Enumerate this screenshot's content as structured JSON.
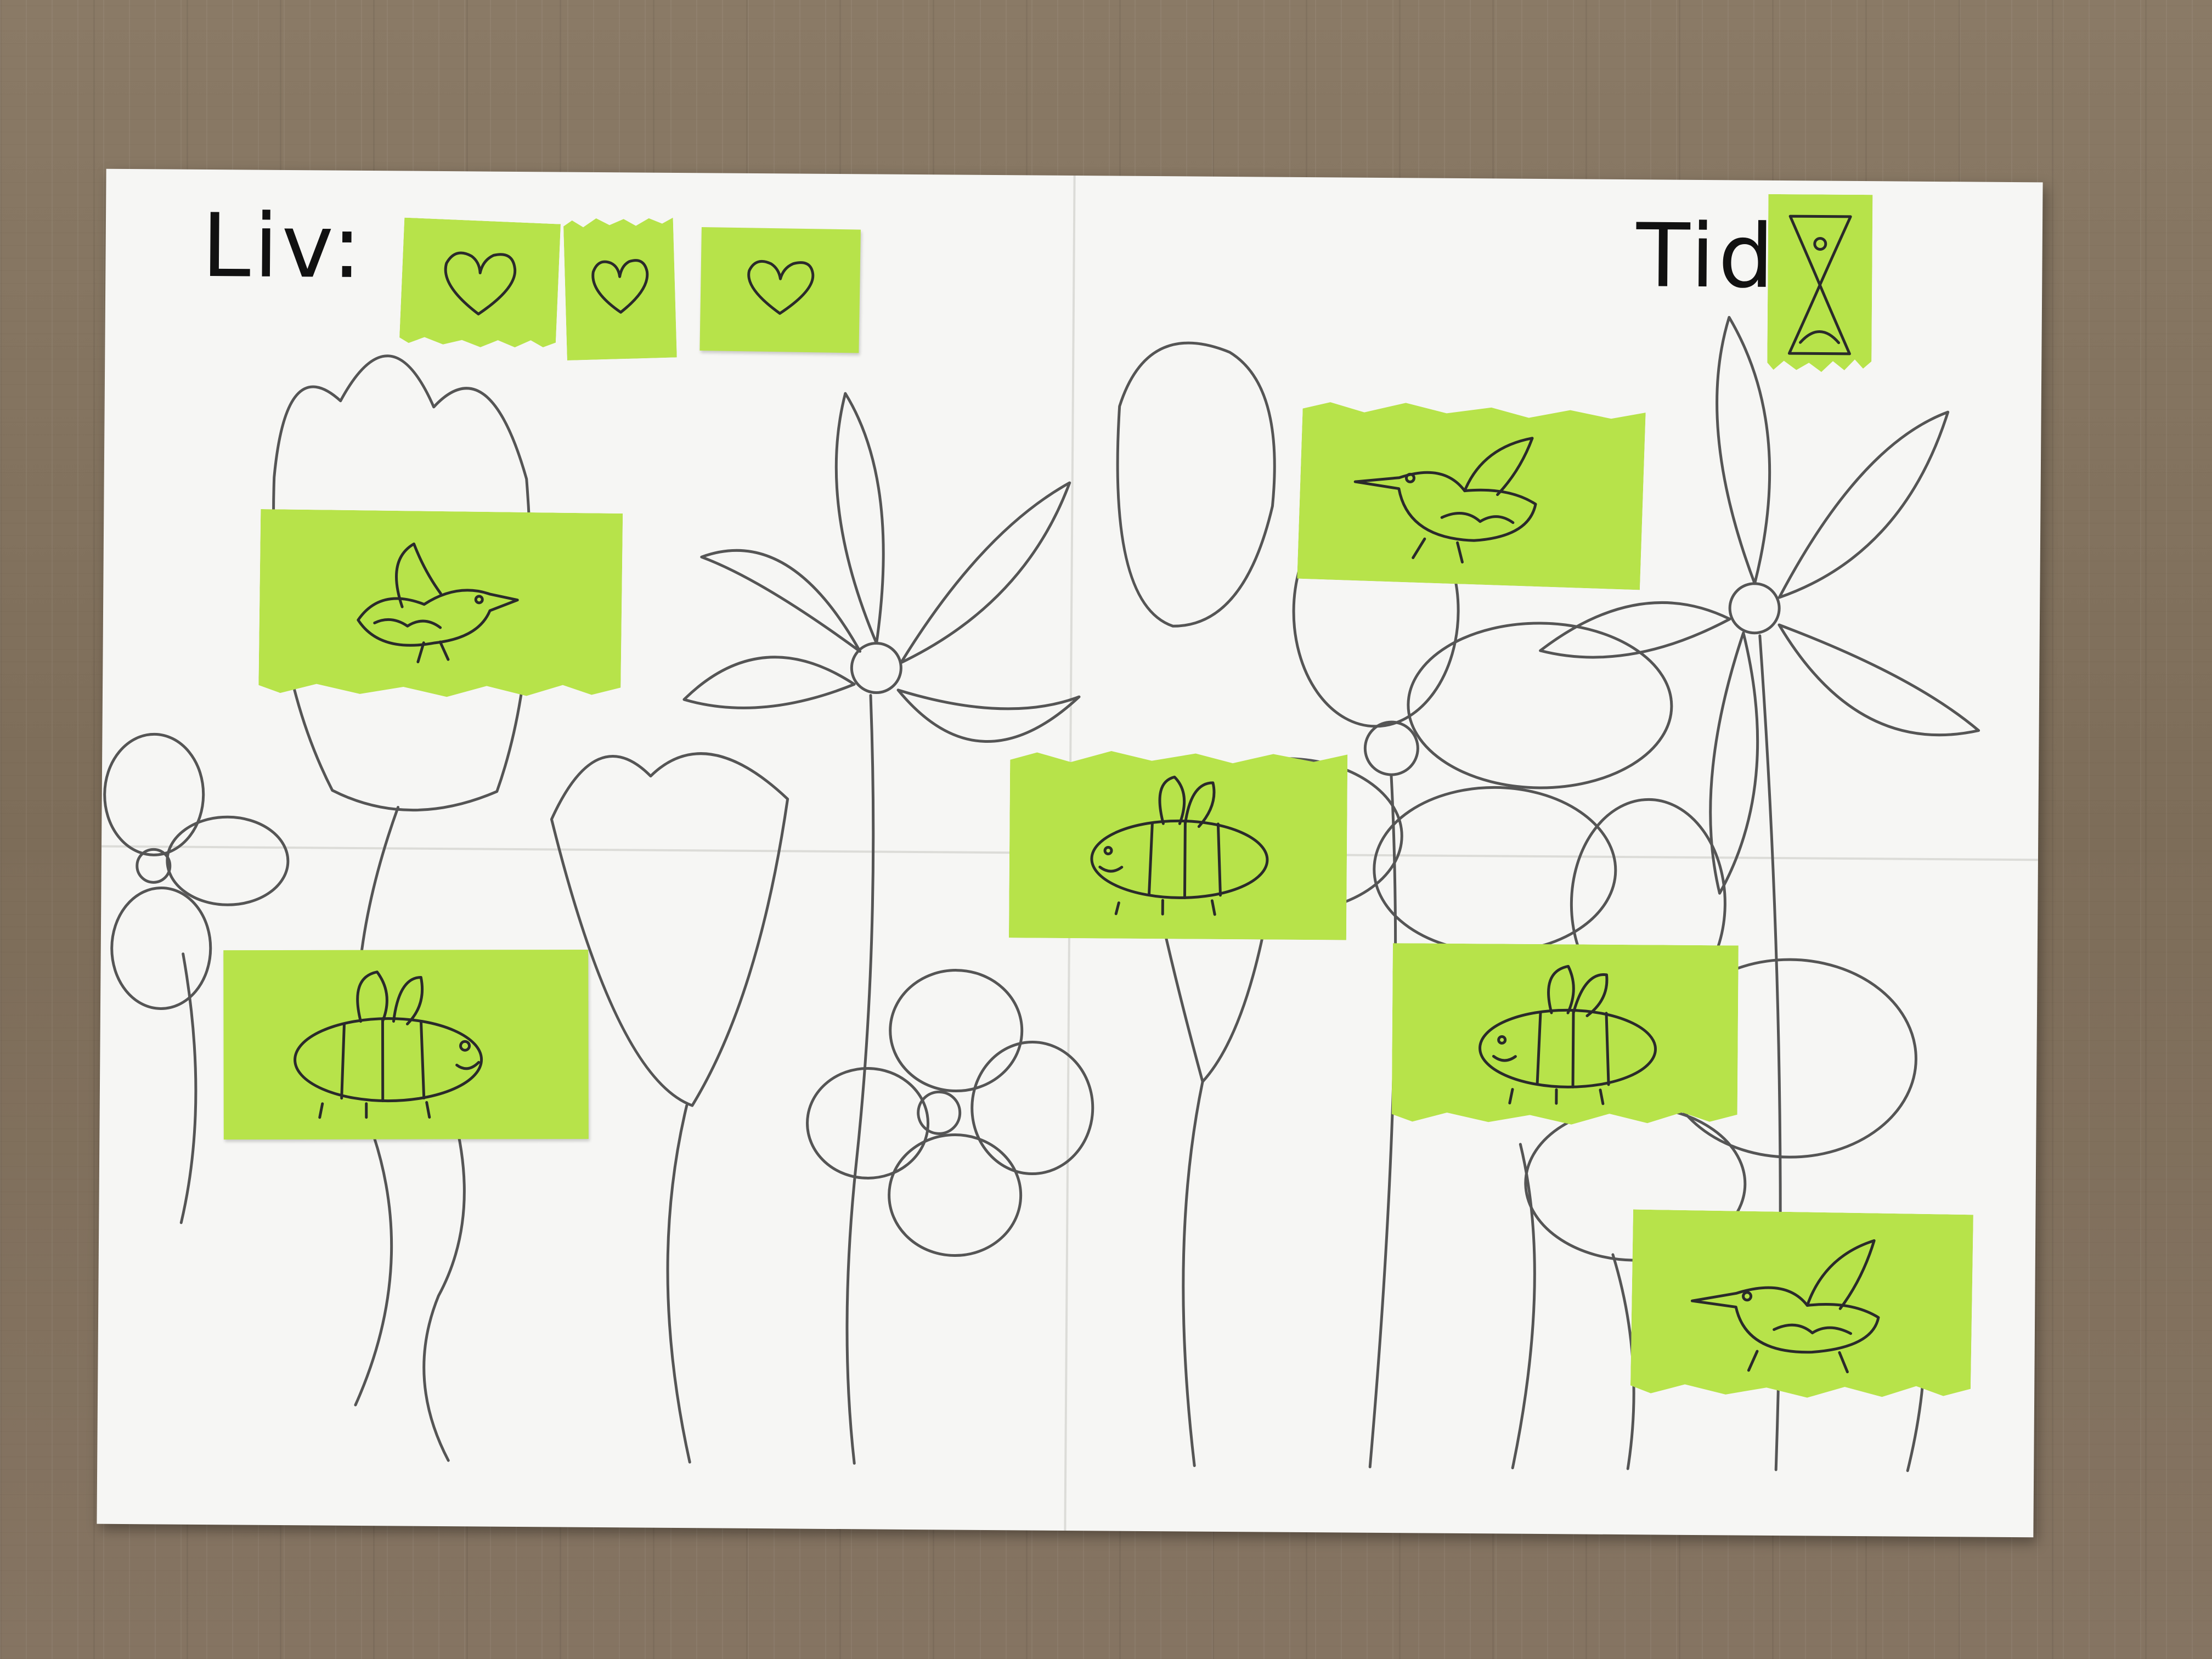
{
  "hud": {
    "lives_label": "Liv:",
    "lives_count": 3,
    "time_label": "Tid:"
  },
  "icons": [
    "heart-icon",
    "hourglass-icon",
    "bird-icon",
    "bee-icon"
  ],
  "colors": {
    "paper": "#f6f6f4",
    "sticky_note": "#b7e34a",
    "ink": "#2a2a2a",
    "pencil": "#555555",
    "table": "#857462"
  }
}
